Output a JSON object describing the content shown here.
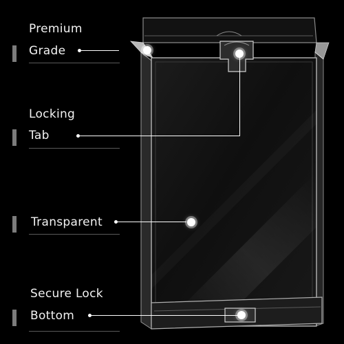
{
  "callouts": [
    {
      "id": "premium",
      "line1": "Premium",
      "line2": "Grade"
    },
    {
      "id": "locking",
      "line1": "Locking",
      "line2": "Tab"
    },
    {
      "id": "transparent",
      "line1": "Transparent"
    },
    {
      "id": "secure",
      "line1": "Secure Lock",
      "line2": "Bottom"
    }
  ],
  "colors": {
    "background": "#000000",
    "text": "#f2f2f2",
    "marker": "#7c7c7c",
    "accent": "#ffffff"
  }
}
